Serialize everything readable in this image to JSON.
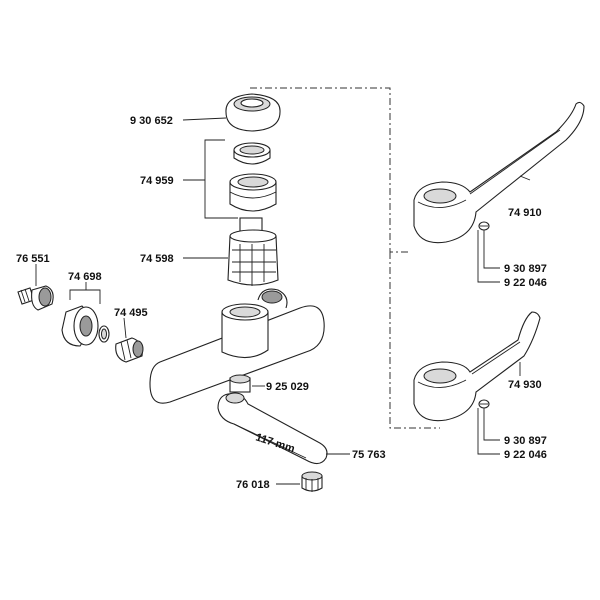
{
  "labels": {
    "p930652_top": "9 30 652",
    "p74959": "74 959",
    "p74598": "74 598",
    "p76551": "76 551",
    "p74698": "74 698",
    "p74495": "74 495",
    "p925029": "9 25 029",
    "p75763": "75 763",
    "p76018": "76 018",
    "p74910": "74 910",
    "p930897_a": "9 30 897",
    "p922046_a": "9 22 046",
    "p74930": "74 930",
    "p930897_b": "9 30 897",
    "p922046_b": "9 22 046",
    "dimension": "117 mm"
  }
}
